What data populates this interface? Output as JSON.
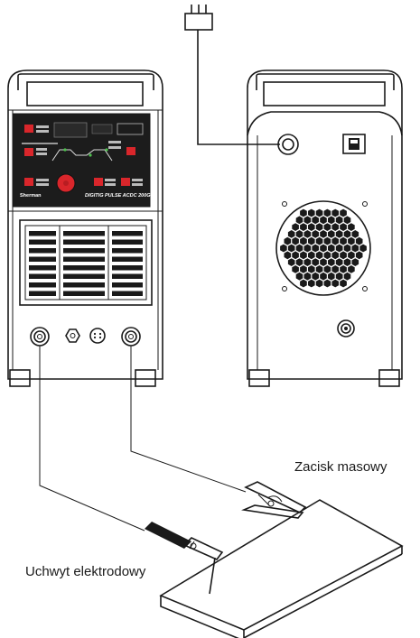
{
  "labels": {
    "ground_clamp": "Zacisk masowy",
    "electrode_holder": "Uchwyt elektrodowy"
  },
  "panel": {
    "brand": "Sherman",
    "model": "DIGITIG PULSE ACDC 200GD"
  },
  "colors": {
    "line": "#1a1a1a",
    "panel": "#1c1c1c",
    "accent": "#d9262b",
    "background": "#ffffff"
  }
}
